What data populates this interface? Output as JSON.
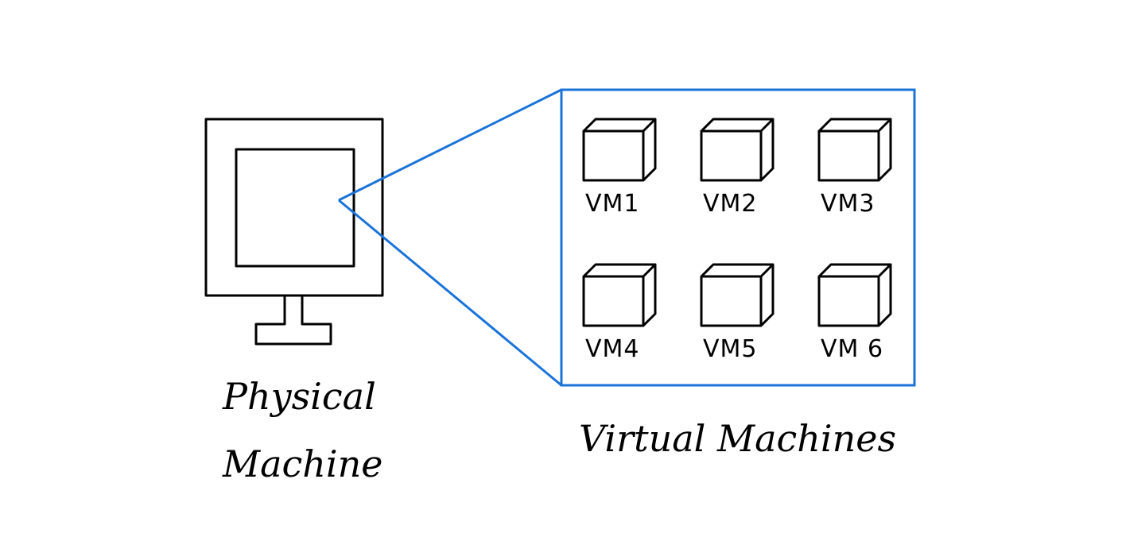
{
  "physical": {
    "label_line1": "Physical",
    "label_line2": "Machine"
  },
  "virtual": {
    "label": "Virtual Machines",
    "vms": [
      {
        "label": "VM1"
      },
      {
        "label": "VM2"
      },
      {
        "label": "VM3"
      },
      {
        "label": "VM4"
      },
      {
        "label": "VM5"
      },
      {
        "label": "VM 6"
      }
    ]
  },
  "colors": {
    "ink": "#000000",
    "accent": "#1a73d9",
    "background": "#ffffff"
  }
}
